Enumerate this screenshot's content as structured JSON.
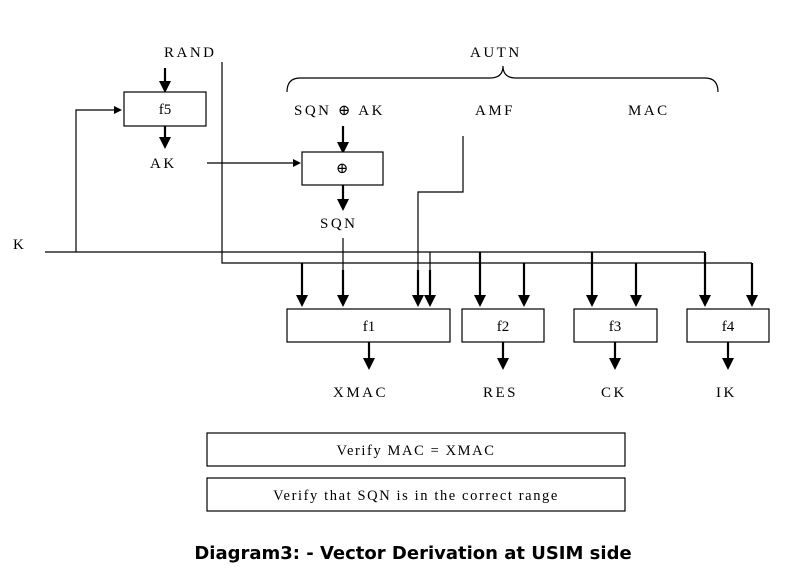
{
  "inputs": {
    "rand": "RAND",
    "autn": "AUTN",
    "k": "K"
  },
  "autn_fields": {
    "sqn_xor_ak": "SQN ⊕ AK",
    "amf": "AMF",
    "mac": "MAC"
  },
  "intermediate": {
    "ak": "AK",
    "sqn": "SQN",
    "xor_symbol": "⊕"
  },
  "functions": {
    "f5": "f5",
    "f1": "f1",
    "f2": "f2",
    "f3": "f3",
    "f4": "f4"
  },
  "outputs": {
    "xmac": "XMAC",
    "res": "RES",
    "ck": "CK",
    "ik": "IK"
  },
  "checks": {
    "verify_mac": "Verify MAC = XMAC",
    "verify_sqn": "Verify that SQN is in the correct range"
  },
  "caption": "Diagram3: - Vector Derivation at USIM side"
}
